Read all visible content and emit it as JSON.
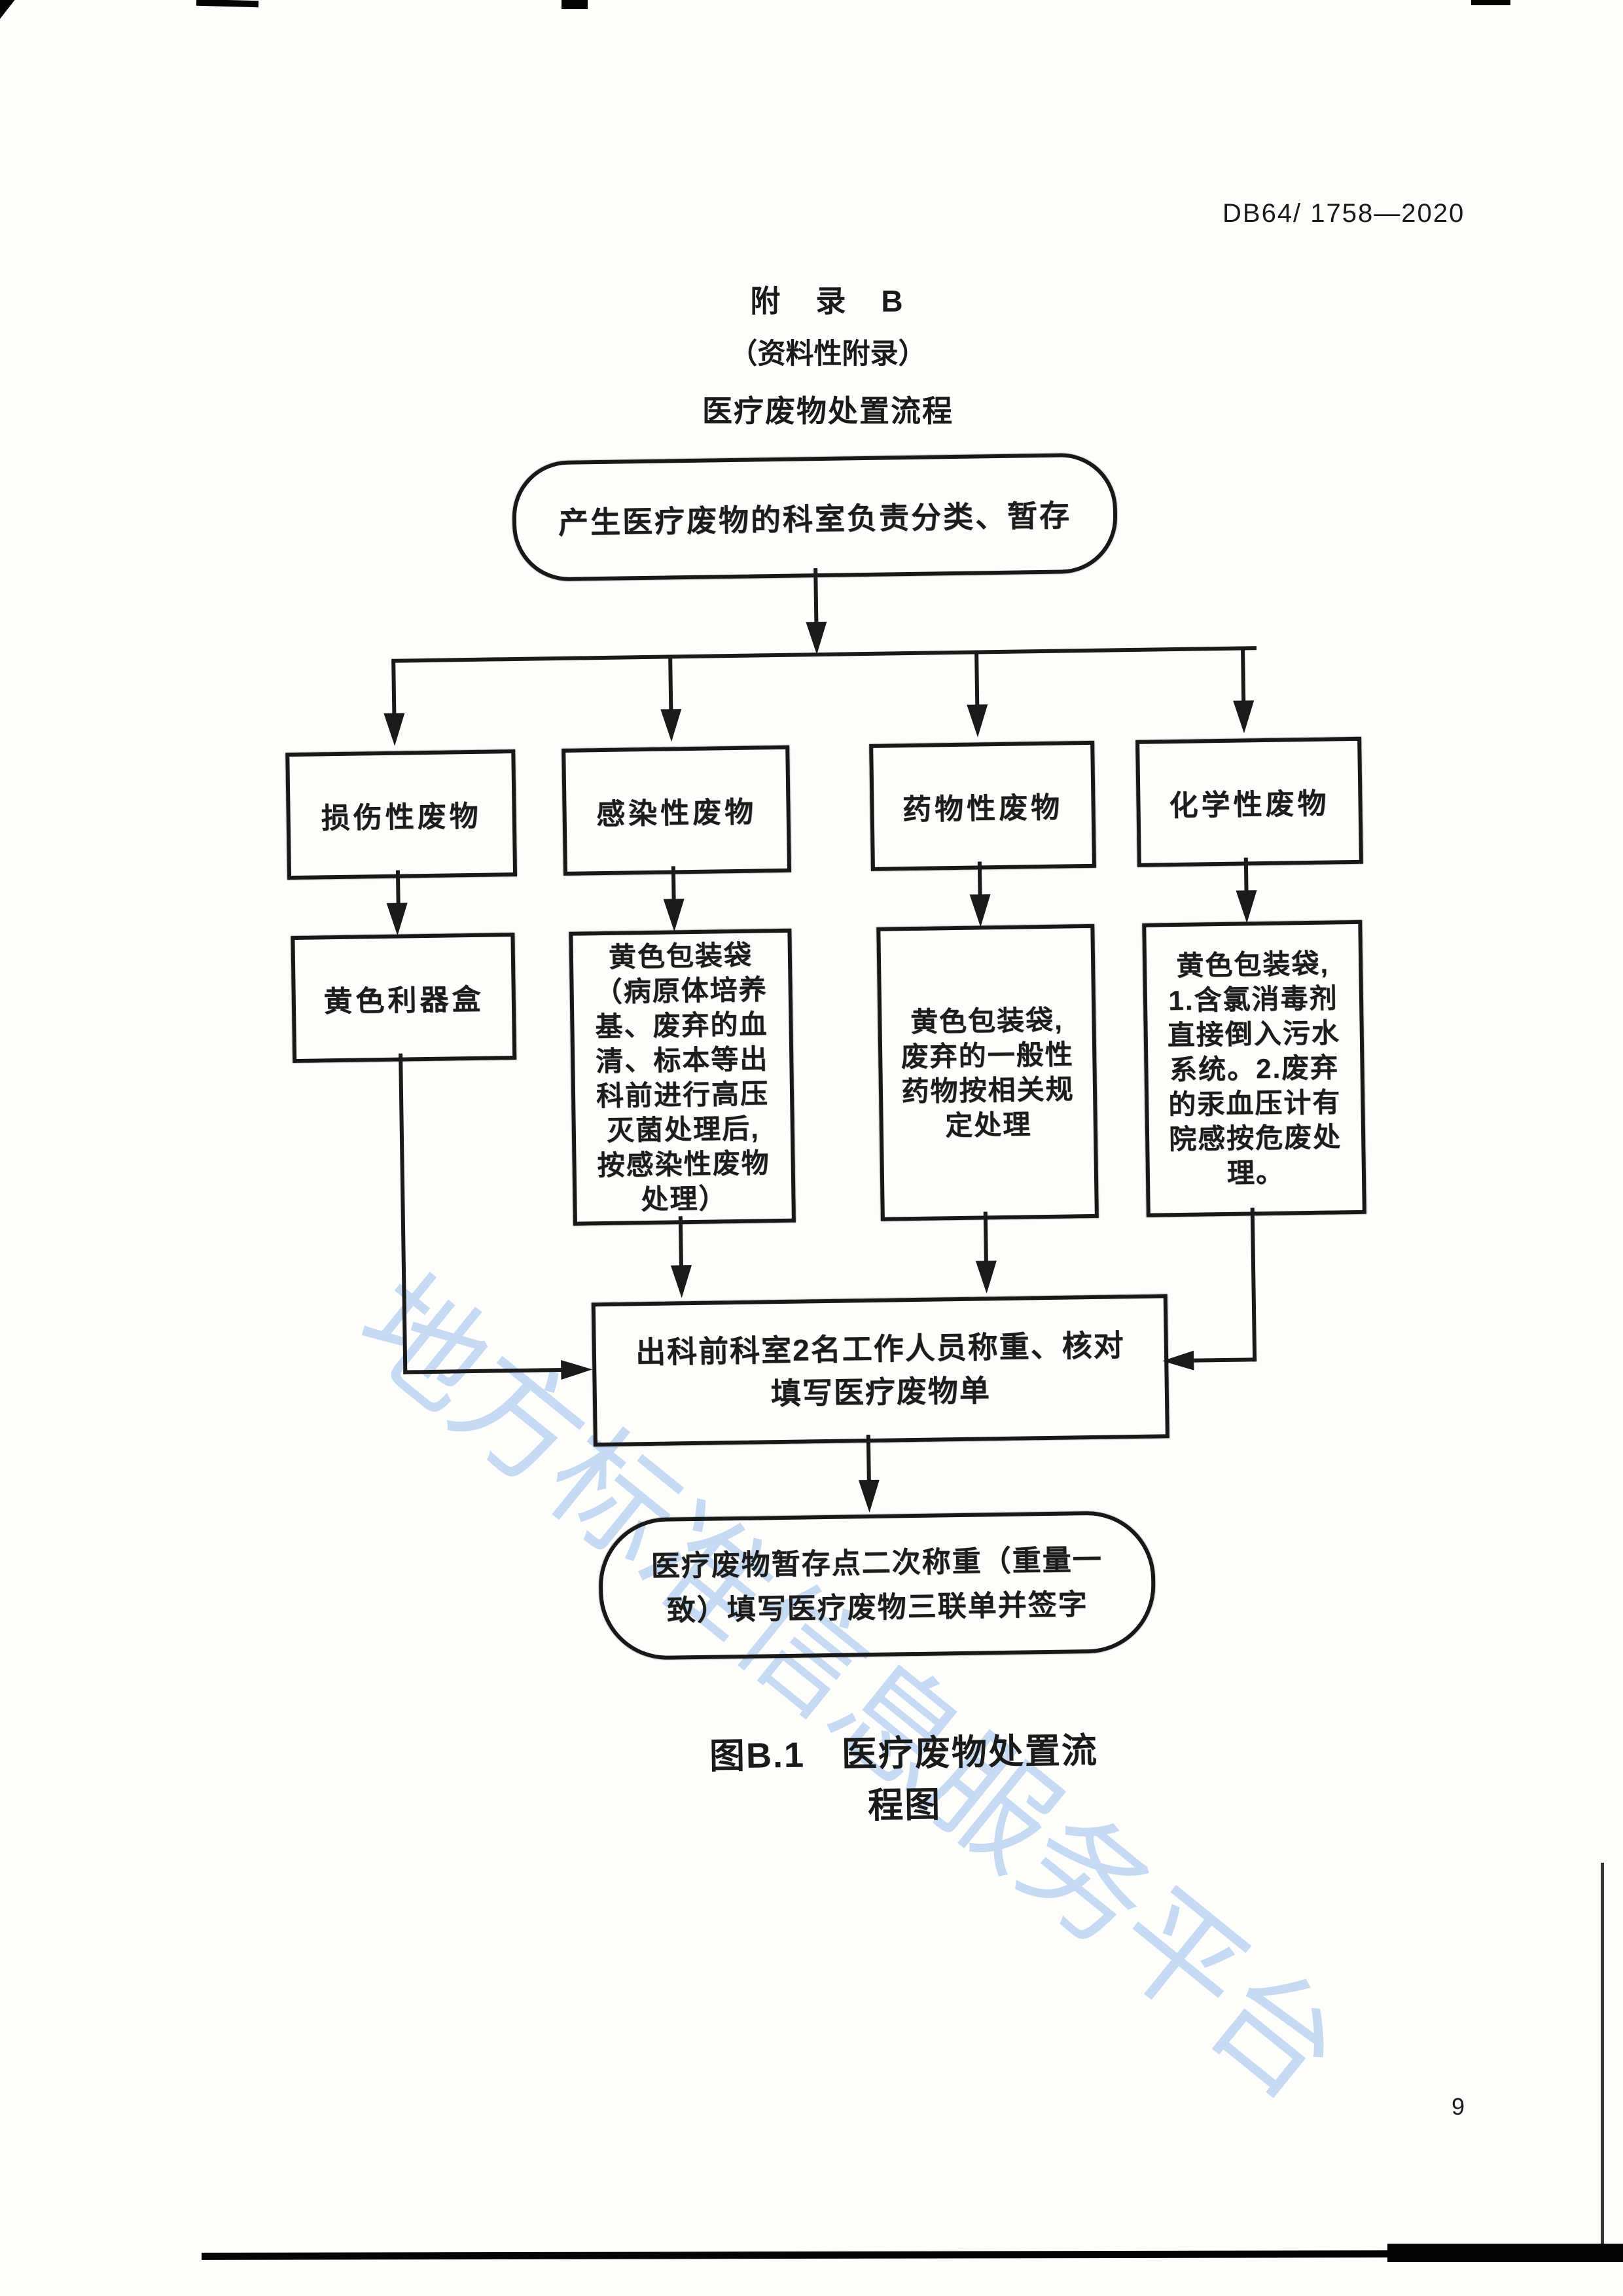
{
  "page": {
    "header": "DB64/ 1758—2020",
    "page_number": "9",
    "watermark": "地方标准信息服务平台"
  },
  "titles": {
    "appendix": "附　录　B",
    "appendix_type": "（资料性附录）",
    "subject": "医疗废物处置流程"
  },
  "flowchart": {
    "start": "产生医疗废物的科室负责分类、暂存",
    "categories": [
      {
        "label": "损伤性废物",
        "disposal": "黄色利器盒"
      },
      {
        "label": "感染性废物",
        "disposal": "黄色包装袋\n（病原体培养\n基、废弃的血\n清、标本等出\n科前进行高压\n灭菌处理后,\n按感染性废物\n处理）"
      },
      {
        "label": "药物性废物",
        "disposal": "黄色包装袋,\n废弃的一般性\n药物按相关规\n定处理"
      },
      {
        "label": "化学性废物",
        "disposal": "黄色包装袋,\n1.含氯消毒剂\n直接倒入污水\n系统。2.废弃\n的汞血压计有\n院感按危废处\n理。"
      }
    ],
    "weigh_step": "出科前科室2名工作人员称重、核对\n填写医疗废物单",
    "final_step": "医疗废物暂存点二次称重（重量一\n致）填写医疗废物三联单并签字",
    "caption": "图B.1　医疗废物处置流程图"
  },
  "colors": {
    "ink": "#1a1a1a",
    "watermark_blue": "#b4d0f0",
    "paper": "#fdfdfc"
  }
}
